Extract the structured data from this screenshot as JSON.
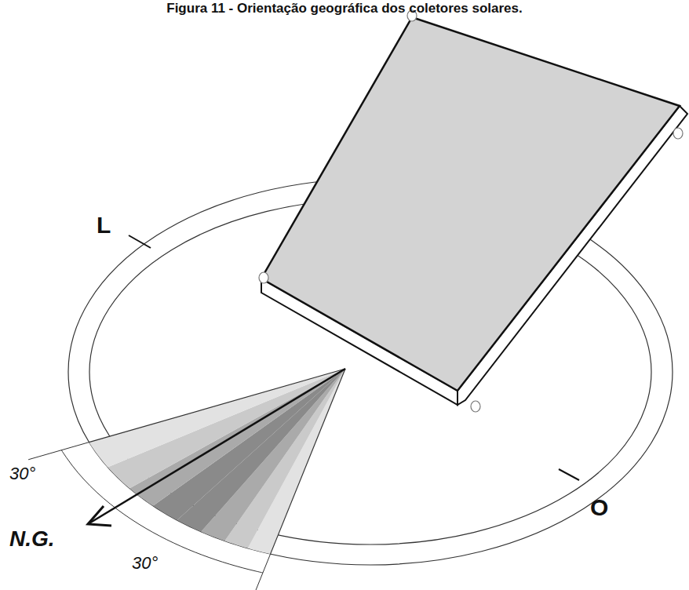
{
  "diagram": {
    "title": "Figura 11 - Orientação geográfica dos coletores solares.",
    "labels": [
      "L",
      "30°",
      "N.G.",
      "30°",
      "O"
    ]
  }
}
